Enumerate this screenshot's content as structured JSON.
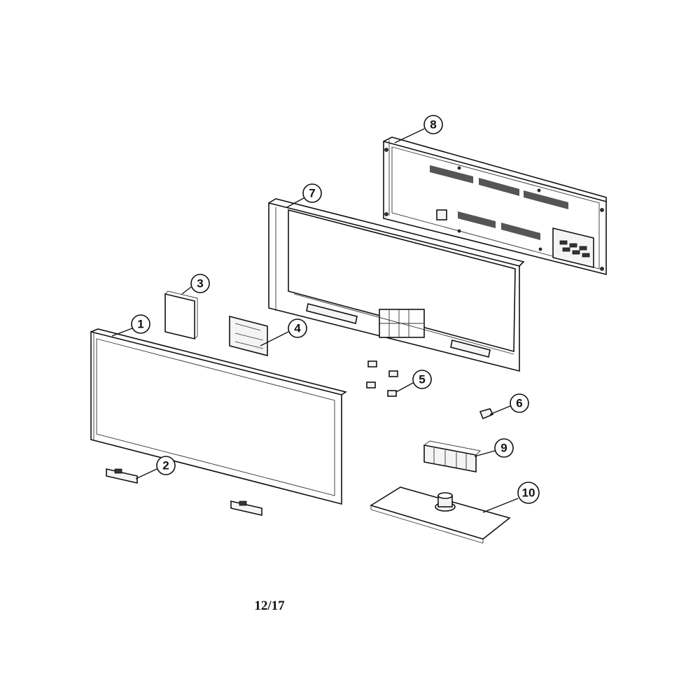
{
  "page_number": "12/17",
  "callouts": [
    {
      "id": "1",
      "label": "1"
    },
    {
      "id": "2",
      "label": "2"
    },
    {
      "id": "3",
      "label": "3"
    },
    {
      "id": "4",
      "label": "4"
    },
    {
      "id": "5",
      "label": "5"
    },
    {
      "id": "6",
      "label": "6"
    },
    {
      "id": "7",
      "label": "7"
    },
    {
      "id": "8",
      "label": "8"
    },
    {
      "id": "9",
      "label": "9"
    },
    {
      "id": "10",
      "label": "10"
    }
  ]
}
